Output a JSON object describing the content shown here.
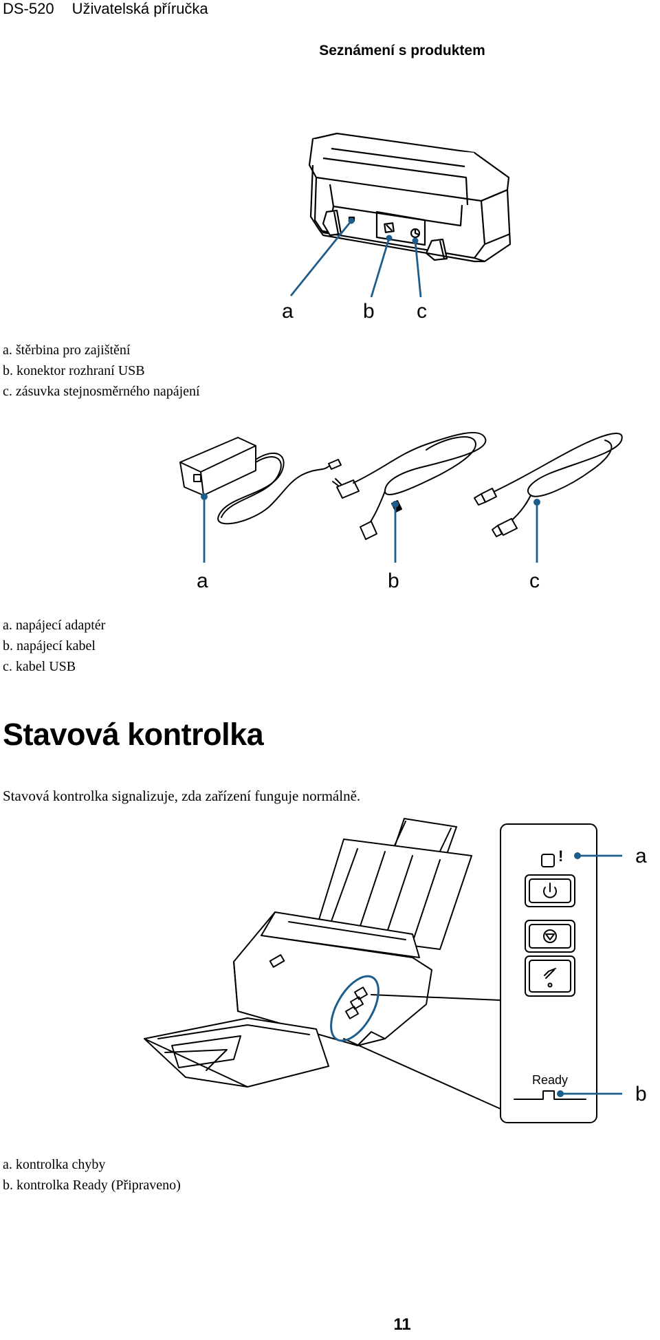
{
  "header": {
    "product": "DS-520",
    "manual": "Uživatelská příručka"
  },
  "section_title": "Seznámení s produktem",
  "figure1": {
    "callouts": [
      "a",
      "b",
      "c"
    ],
    "captions": [
      "a. štěrbina pro zajištění",
      "b. konektor rozhraní USB",
      "c. zásuvka stejnosměrného napájení"
    ]
  },
  "figure2": {
    "callouts": [
      "a",
      "b",
      "c"
    ],
    "captions": [
      "a. napájecí adaptér",
      "b. napájecí kabel",
      "c. kabel USB"
    ]
  },
  "heading": "Stavová kontrolka",
  "paragraph": "Stavová kontrolka signalizuje, zda zařízení funguje normálně.",
  "figure3": {
    "callouts": [
      "a",
      "b"
    ],
    "panel_label": "Ready",
    "error_glyph": "!",
    "captions": [
      "a. kontrolka chyby",
      "b. kontrolka Ready (Připraveno)"
    ]
  },
  "page_number": "11",
  "colors": {
    "leader": "#1d5d8c",
    "line": "#000000"
  }
}
